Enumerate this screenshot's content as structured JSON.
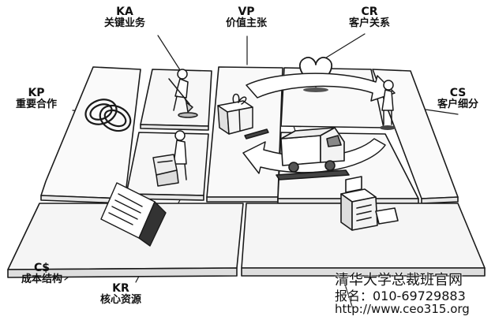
{
  "labels": {
    "ka": {
      "code": "KA",
      "name": "关键业务"
    },
    "vp": {
      "code": "VP",
      "name": "价值主张"
    },
    "cr": {
      "code": "CR",
      "name": "客户关系"
    },
    "kp": {
      "code": "KP",
      "name": "重要合作"
    },
    "cs": {
      "code": "CS",
      "name": "客户细分"
    },
    "cost": {
      "code": "C$",
      "name": "成本结构"
    },
    "kr": {
      "code": "KR",
      "name": "核心资源"
    }
  },
  "watermark": {
    "line1": "清华大学总裁班官网",
    "line2": "报名：010-69729883",
    "line3": "http://www.ceo315.org"
  }
}
